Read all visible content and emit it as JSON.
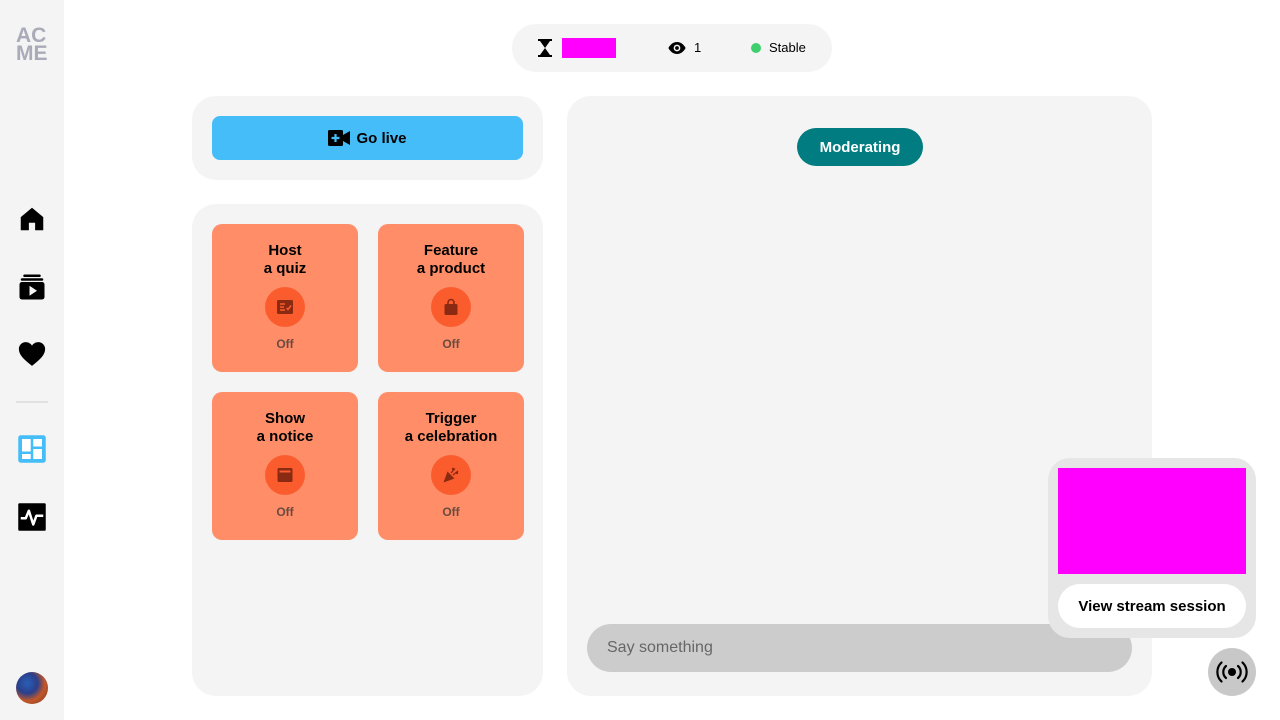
{
  "sidebar": {
    "logo": [
      "AC",
      "ME"
    ],
    "items": [
      {
        "name": "home",
        "icon": "home-icon"
      },
      {
        "name": "videos",
        "icon": "video-library-icon"
      },
      {
        "name": "favorites",
        "icon": "heart-icon"
      },
      {
        "name": "dashboard",
        "icon": "dashboard-icon",
        "active": true
      },
      {
        "name": "activity",
        "icon": "activity-icon"
      }
    ]
  },
  "status": {
    "viewers": "1",
    "connection": "Stable",
    "connection_color": "#3ecf6e"
  },
  "live": {
    "go_live_label": "Go live",
    "accent": "#45bdf8"
  },
  "tiles": [
    {
      "line1": "Host",
      "line2": "a quiz",
      "icon": "quiz-icon",
      "state": "Off"
    },
    {
      "line1": "Feature",
      "line2": "a product",
      "icon": "shopping-bag-icon",
      "state": "Off"
    },
    {
      "line1": "Show",
      "line2": "a notice",
      "icon": "notice-icon",
      "state": "Off"
    },
    {
      "line1": "Trigger",
      "line2": "a celebration",
      "icon": "celebration-icon",
      "state": "Off"
    }
  ],
  "chat": {
    "mode_label": "Moderating",
    "mode_color": "#017c80",
    "input_placeholder": "Say something"
  },
  "stream": {
    "view_label": "View stream session"
  }
}
